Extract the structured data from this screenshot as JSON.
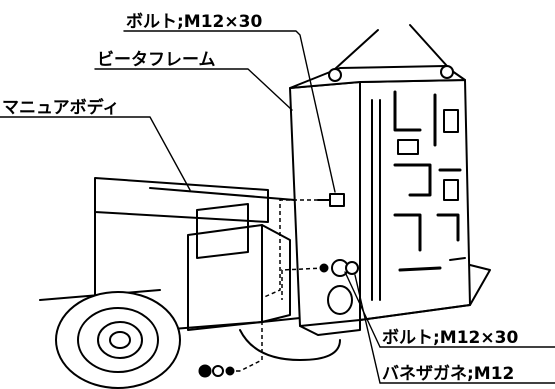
{
  "labels": {
    "bolt_top": "ボルト;M12×30",
    "heater_frame": "ビータフレーム",
    "manual_body": "マニュアボディ",
    "bolt_bottom": "ボルト;M12×30",
    "spring_washer": "バネザガネ;M12"
  },
  "colors": {
    "ink": "#000000",
    "paper": "#ffffff"
  }
}
